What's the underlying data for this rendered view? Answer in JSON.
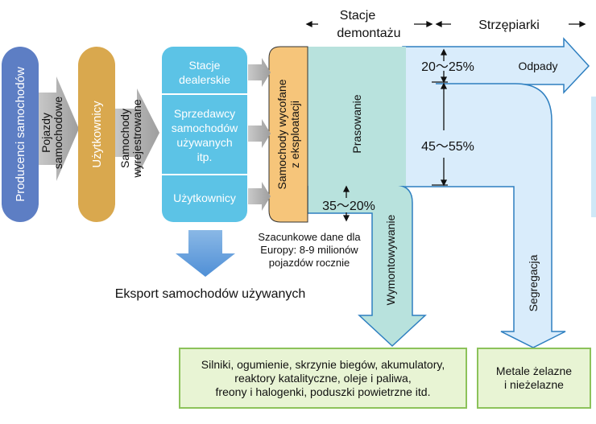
{
  "header": {
    "dismantling_stations": [
      "Stacje",
      "demontażu"
    ],
    "shredders": "Strzępiarki"
  },
  "flow": {
    "producers": "Producenci samochodów",
    "vehicles": [
      "Pojazdy",
      "samochodowe"
    ],
    "users": "Użytkownicy",
    "registered": [
      "Samochody",
      "wyrejestrowane"
    ],
    "dealer_stations": [
      "Stacje",
      "dealerskie"
    ],
    "used_dealers": [
      "Sprzedawcy",
      "samochodów",
      "używanych",
      "itp."
    ],
    "users2": "Użytkownicy",
    "withdrawn": [
      "Samochody wycofane",
      "z eksploatacji"
    ],
    "pressing": "Prasowanie",
    "export": "Eksport samochodów używanych",
    "estimate": [
      "Szacunkowe dane dla",
      "Europy: 8-9 milionów",
      "pojazdów rocznie"
    ]
  },
  "shares": {
    "waste_pct": "20～25%",
    "waste": "Odpady",
    "middle_pct": "45～55%",
    "dismantle_pct": "35～20%",
    "dismantling": "Wymontowywanie",
    "segregation": "Segregacja"
  },
  "outputs": {
    "parts": [
      "Silniki, ogumienie, skrzynie biegów, akumulatory,",
      "reaktory katalityczne, oleje i paliwa,",
      "freony i halogenki, poduszki powietrzne itd."
    ],
    "metals": [
      "Metale żelazne",
      "i nieżelazne"
    ]
  },
  "colors": {
    "blue_pill": "#5d7ec4",
    "gold_pill": "#d9a84e",
    "cyan_box": "#5cc3e6",
    "orange": "#f6c57a",
    "teal": "#b8e2dd",
    "light_blue": "#d9ecfb",
    "green_border": "#8cc25a"
  }
}
